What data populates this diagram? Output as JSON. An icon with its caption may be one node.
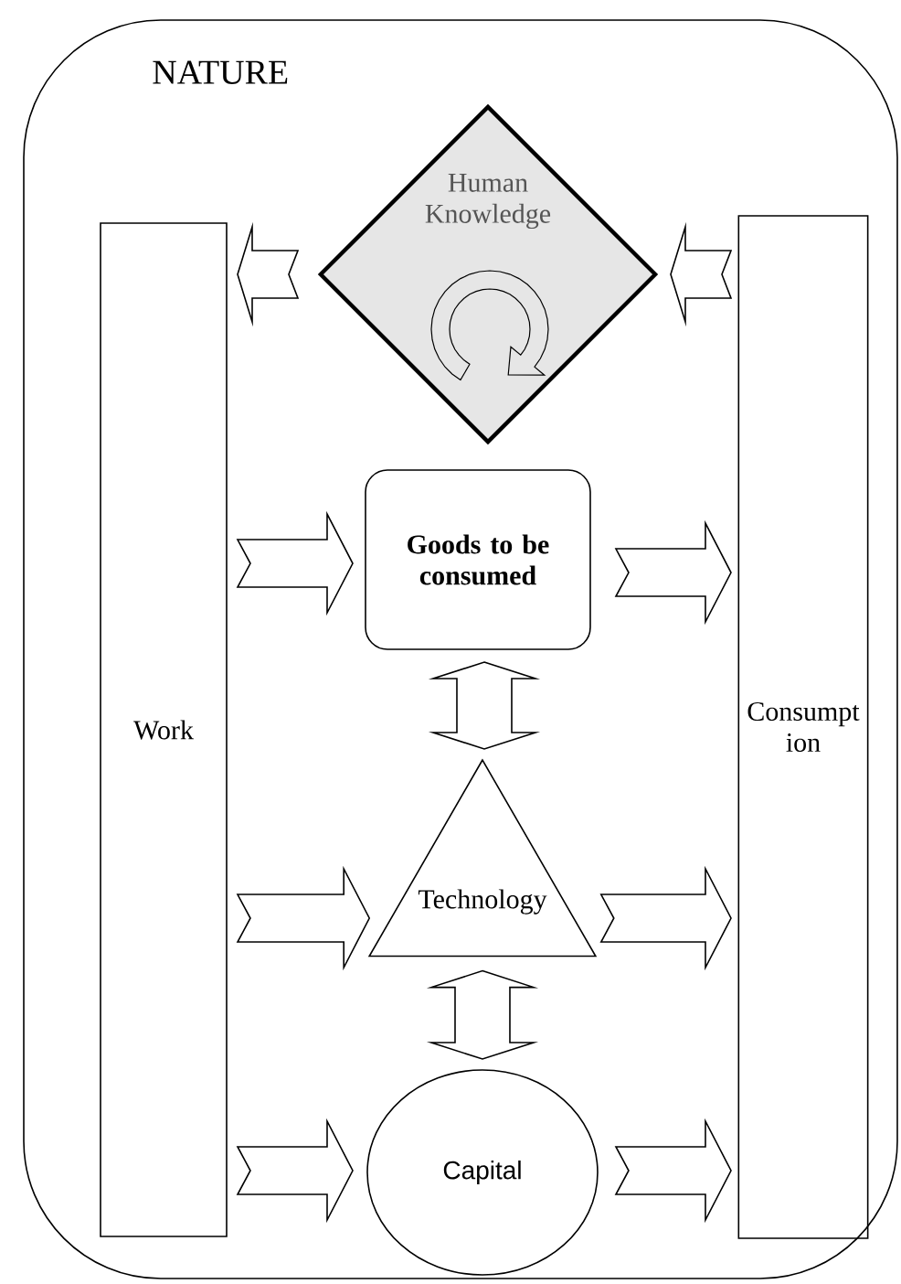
{
  "diagram": {
    "nodes": [
      {
        "text": [
          "NATURE"
        ]
      },
      {
        "text": [
          "Work"
        ],
        "in": 0
      },
      {
        "text": [
          "Human Knowledge"
        ],
        "in": 0
      },
      {
        "text": [
          "Goods to be consumed"
        ],
        "in": 0
      },
      {
        "text": [
          "Technology"
        ],
        "in": 0
      },
      {
        "text": [
          "Capital"
        ],
        "in": 0
      },
      {
        "text": [
          "Consumpt ion"
        ],
        "in": 0
      }
    ],
    "edges": [
      {
        "from": 2,
        "to": 1,
        "arrow": "to"
      },
      {
        "from": 6,
        "to": 2,
        "arrow": "to"
      },
      {
        "from": 1,
        "to": 3,
        "arrow": "to"
      },
      {
        "from": 3,
        "to": 6,
        "arrow": "to"
      },
      {
        "from": 1,
        "to": 4,
        "arrow": "to"
      },
      {
        "from": 4,
        "to": 6,
        "arrow": "to"
      },
      {
        "from": 1,
        "to": 5,
        "arrow": "to"
      },
      {
        "from": 5,
        "to": 6,
        "arrow": "to"
      },
      {
        "from": 3,
        "to": 4,
        "arrow": "both"
      },
      {
        "from": 4,
        "to": 5,
        "arrow": "both"
      }
    ]
  }
}
